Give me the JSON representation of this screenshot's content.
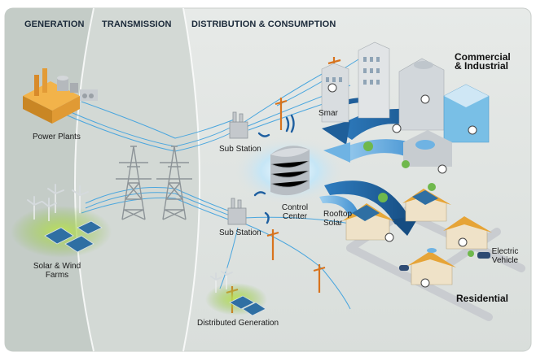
{
  "headers": {
    "generation": "GENERATION",
    "transmission": "TRANSMISSION",
    "distribution": "DISTRIBUTION & CONSUMPTION"
  },
  "labels": {
    "power_plants": "Power Plants",
    "solar_wind_1": "Solar & Wind",
    "solar_wind_2": "Farms",
    "sub_station_top": "Sub Station",
    "sub_station_bottom": "Sub Station",
    "control_1": "Control",
    "control_2": "Center",
    "rooftop_1": "Rooftop",
    "rooftop_2": "Solar",
    "smart": "Smar",
    "commercial_1": "Commercial",
    "commercial_2": "& Industrial",
    "residential": "Residential",
    "electric_1": "Electric",
    "electric_2": "Vehicle",
    "distributed": "Distributed Generation"
  },
  "colors": {
    "panel_bg": "#dfe3e1",
    "gen_bg": "#c3cbc6",
    "trans_bg": "#d2d8d4",
    "line_blue": "#4aa6de",
    "arrow_dark": "#1f5f9a",
    "arrow_light": "#6fb3e3",
    "pole": "#d8731d",
    "header": "#1b2a3a"
  }
}
